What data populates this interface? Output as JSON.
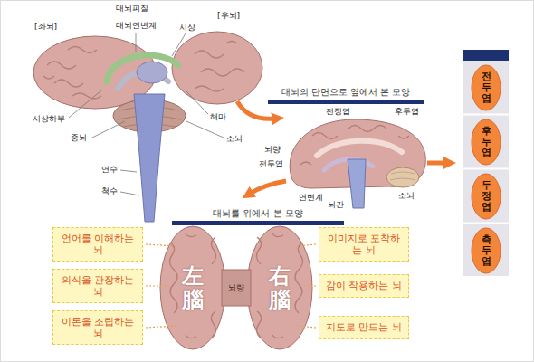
{
  "diagram": {
    "nodes": [
      {
        "text": [
          "대뇌의 단면으로 옆에서 본 모양"
        ]
      },
      {
        "text": [
          "전두엽"
        ]
      },
      {
        "text": [
          "후두엽"
        ]
      },
      {
        "text": [
          "두정엽"
        ]
      },
      {
        "text": [
          "측두엽"
        ]
      },
      {
        "text": [
          "대뇌를 위에서 본 모양"
        ]
      },
      {
        "text": [
          "언어를 이해하는 뇌"
        ]
      },
      {
        "text": [
          "이미지로 포착하는 뇌"
        ]
      },
      {
        "text": [
          "의식을 관장하는 뇌"
        ]
      },
      {
        "text": [
          "감이 작용하는 뇌"
        ]
      },
      {
        "text": [
          "이론을 조립하는 뇌"
        ]
      },
      {
        "text": [
          "지도로 만드는 뇌"
        ]
      }
    ],
    "labels": [
      "[좌뇌]",
      "대뇌피질",
      "[우뇌]",
      "대뇌연변계",
      "시상",
      "시상하부",
      "해마",
      "중뇌",
      "소뇌",
      "연수",
      "척수",
      "전정엽",
      "후두엽",
      "뇌량",
      "전두엽",
      "연변계",
      "뇌간",
      "소뇌",
      "左腦",
      "뇌량",
      "右腦"
    ]
  }
}
